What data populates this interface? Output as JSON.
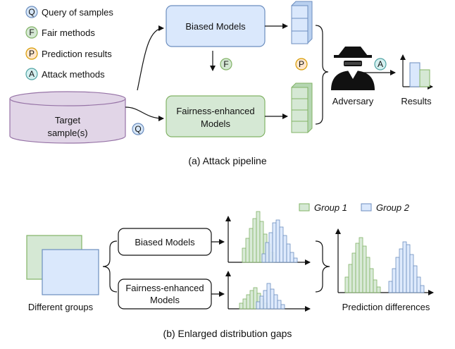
{
  "legend": [
    {
      "letter": "Q",
      "text": "Query of samples",
      "fill": "#d6e6f7",
      "stroke": "#6c8ebf"
    },
    {
      "letter": "F",
      "text": "Fair methods",
      "fill": "#d5e8d4",
      "stroke": "#82b366"
    },
    {
      "letter": "P",
      "text": "Prediction results",
      "fill": "#ffe6cc",
      "stroke": "#d79b00"
    },
    {
      "letter": "A",
      "text": "Attack methods",
      "fill": "#d5f0f0",
      "stroke": "#4fa3a3"
    }
  ],
  "pipeline": {
    "target_line1": "Target",
    "target_line2": "sample(s)",
    "biased_models": "Biased Models",
    "fair_models_line1": "Fairness-enhanced",
    "fair_models_line2": "Models",
    "f_badge": "F",
    "p_badge": "P",
    "q_badge": "Q",
    "a_badge": "A",
    "adversary": "Adversary",
    "results": "Results",
    "caption": "(a) Attack pipeline"
  },
  "gaps": {
    "group1": "Group 1",
    "group2": "Group 2",
    "different_groups": "Different groups",
    "biased_models": "Biased Models",
    "fair_models_line1": "Fairness-enhanced",
    "fair_models_line2": "Models",
    "prediction_differences": "Prediction differences",
    "caption": "(b) Enlarged distribution gaps"
  },
  "colors": {
    "blue_fill": "#dae8fc",
    "blue_stroke": "#6c8ebf",
    "green_fill": "#d5e8d4",
    "green_stroke": "#82b366",
    "purple_fill": "#e1d5e7",
    "purple_stroke": "#9673a6"
  }
}
